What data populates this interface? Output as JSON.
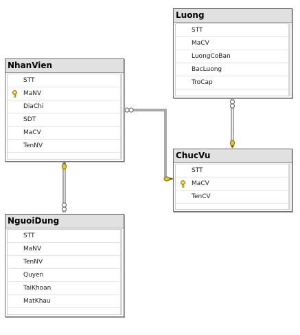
{
  "tables": {
    "luong": {
      "name": "Luong",
      "columns": [
        {
          "name": "STT"
        },
        {
          "name": "MaCV"
        },
        {
          "name": "LuongCoBan"
        },
        {
          "name": "BacLuong"
        },
        {
          "name": "TroCap"
        }
      ]
    },
    "nhanvien": {
      "name": "NhanVien",
      "columns": [
        {
          "name": "STT"
        },
        {
          "name": "MaNV",
          "pk": true
        },
        {
          "name": "DiaChi"
        },
        {
          "name": "SDT"
        },
        {
          "name": "MaCV"
        },
        {
          "name": "TenNV"
        }
      ]
    },
    "chucvu": {
      "name": "ChucVu",
      "columns": [
        {
          "name": "STT"
        },
        {
          "name": "MaCV",
          "pk": true
        },
        {
          "name": "TenCV"
        }
      ]
    },
    "nguoidung": {
      "name": "NguoiDung",
      "columns": [
        {
          "name": "STT"
        },
        {
          "name": "MaNV"
        },
        {
          "name": "TenNV"
        },
        {
          "name": "Quyen"
        },
        {
          "name": "TaiKhoan"
        },
        {
          "name": "MatKhau"
        }
      ]
    }
  },
  "relationships": [
    {
      "from": "nhanvien",
      "to": "chucvu"
    },
    {
      "from": "luong",
      "to": "chucvu"
    },
    {
      "from": "nguoidung",
      "to": "nhanvien"
    }
  ],
  "colors": {
    "key": "#e8c52a",
    "line": "#555555",
    "header": "#e1e1e1"
  }
}
